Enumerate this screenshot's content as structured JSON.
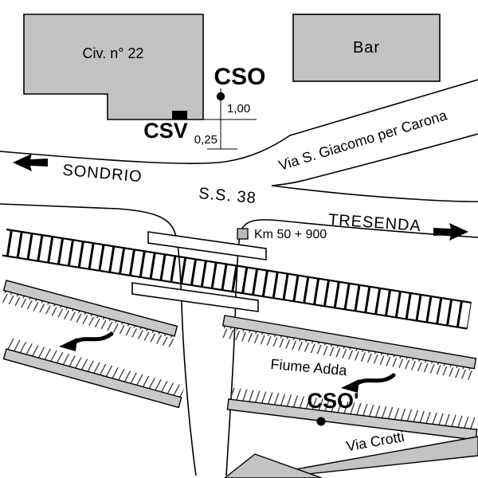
{
  "map": {
    "buildings": {
      "civ22": "Civ. n° 22",
      "bar": "Bar"
    },
    "survey_points": {
      "cso": "CSO",
      "csv": "CSV",
      "cso_prime": "CSO'"
    },
    "dimensions": {
      "offset_vertical": "1,00",
      "offset_horizontal": "0,25"
    },
    "roads": {
      "direction_west": "SONDRIO",
      "highway": "S.S. 38",
      "direction_east": "TRESENDA",
      "via_giacomo": "Via S. Giacomo per Carona",
      "via_crotti": "Via Crotti"
    },
    "railway_marker": {
      "label": "Km 50 + 900"
    },
    "river": {
      "name": "Fiume Adda"
    },
    "colors": {
      "building_fill": "#c3c3c3",
      "bank_fill": "#c9c9c9",
      "road_fill": "#c3c3c3",
      "marker_fill": "#b9b9b9",
      "ink": "#000000"
    }
  }
}
